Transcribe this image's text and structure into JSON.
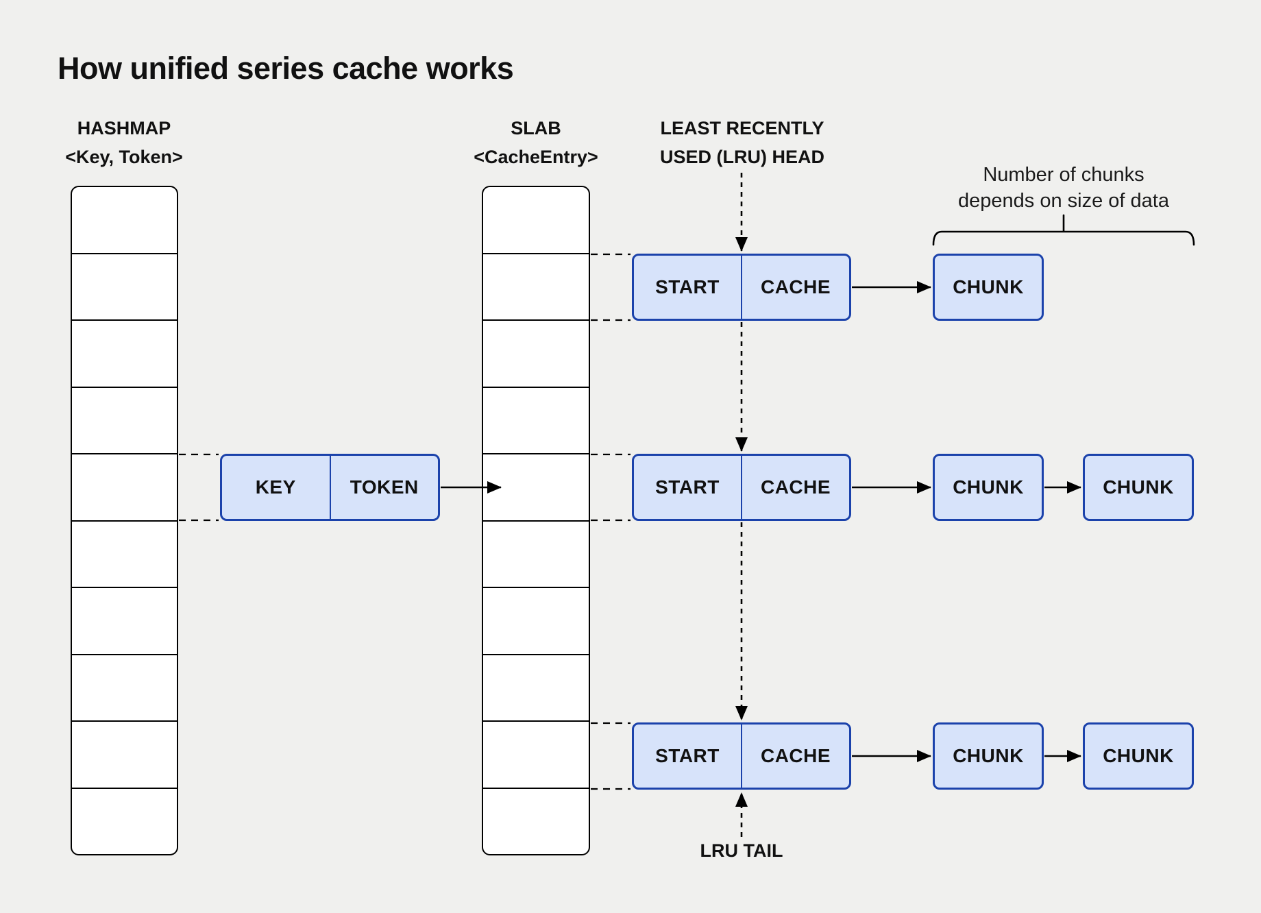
{
  "title": "How unified series cache works",
  "colors": {
    "background": "#f0f0ee",
    "node_fill": "#d7e3fa",
    "node_stroke": "#1b42ab",
    "cell_fill": "#ffffff",
    "line": "#000000",
    "text": "#111111"
  },
  "hashmap": {
    "title": "HASHMAP",
    "subtitle": "<Key, Token>",
    "cell_count": 10,
    "linked_cell_index": 5
  },
  "slab": {
    "title": "SLAB",
    "subtitle": "<CacheEntry>",
    "cell_count": 10,
    "linked_cell_indices": [
      2,
      5,
      9
    ]
  },
  "key_token": {
    "key": "KEY",
    "token": "TOKEN"
  },
  "lru_head": {
    "line1": "LEAST RECENTLY",
    "line2": "USED (LRU) HEAD"
  },
  "lru_tail": {
    "label": "LRU TAIL"
  },
  "annotation": {
    "line1": "Number of chunks",
    "line2": "depends on size of data"
  },
  "entries": [
    {
      "start": "START",
      "cache": "CACHE",
      "chunks": [
        "CHUNK"
      ]
    },
    {
      "start": "START",
      "cache": "CACHE",
      "chunks": [
        "CHUNK",
        "CHUNK"
      ]
    },
    {
      "start": "START",
      "cache": "CACHE",
      "chunks": [
        "CHUNK",
        "CHUNK"
      ]
    }
  ]
}
